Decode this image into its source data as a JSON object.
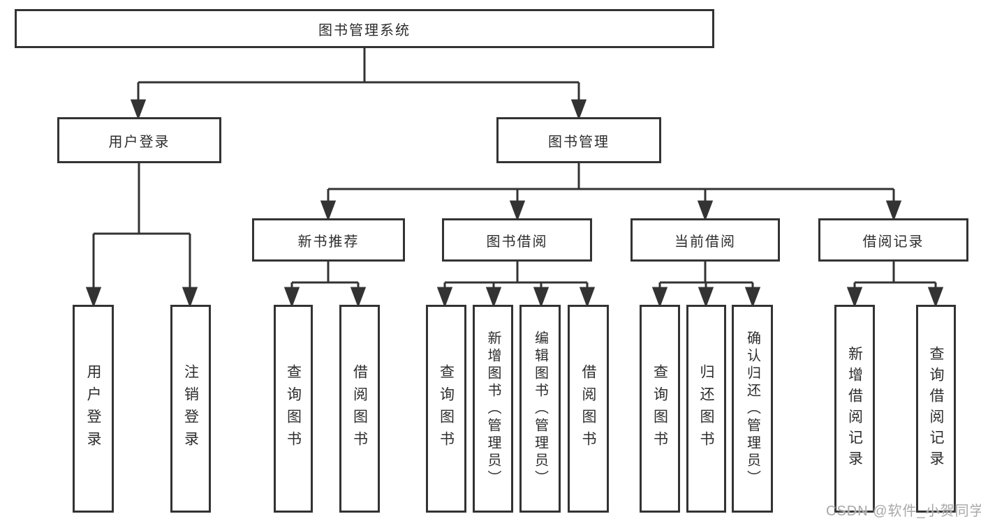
{
  "colors": {
    "line": "#333333",
    "box_border": "#333333",
    "box_fill": "#ffffff",
    "text": "#2d2d2d",
    "watermark": "#a8a8a8",
    "background": "#ffffff"
  },
  "watermark": {
    "text": "CSDN @软件_小贺同学"
  },
  "tree": {
    "label": "图书管理系统",
    "children": [
      {
        "label": "用户登录",
        "children": [
          {
            "label": "用户登录"
          },
          {
            "label": "注销登录"
          }
        ]
      },
      {
        "label": "图书管理",
        "children": [
          {
            "label": "新书推荐",
            "children": [
              {
                "label": "查询图书"
              },
              {
                "label": "借阅图书"
              }
            ]
          },
          {
            "label": "图书借阅",
            "children": [
              {
                "label": "查询图书"
              },
              {
                "label": "新增图书（管理员）"
              },
              {
                "label": "编辑图书（管理员）"
              },
              {
                "label": "借阅图书"
              }
            ]
          },
          {
            "label": "当前借阅",
            "children": [
              {
                "label": "查询图书"
              },
              {
                "label": "归还图书"
              },
              {
                "label": "确认归还（管理员）"
              }
            ]
          },
          {
            "label": "借阅记录",
            "children": [
              {
                "label": "新增借阅记录"
              },
              {
                "label": "查询借阅记录"
              }
            ]
          }
        ]
      }
    ]
  }
}
